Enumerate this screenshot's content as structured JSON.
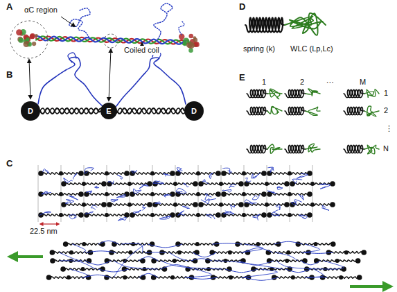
{
  "diagram": {
    "nodes": [
      {
        "text": [
          "D"
        ]
      },
      {
        "text": [
          "E"
        ]
      },
      {
        "text": [
          "D"
        ]
      }
    ],
    "edges": [
      {
        "from": 0,
        "to": 1,
        "arrow": "none"
      },
      {
        "from": 1,
        "to": 2,
        "arrow": "none"
      }
    ],
    "labels": [
      "A",
      "αC region",
      "Coiled coil",
      "B",
      "C",
      "22.5 nm",
      "D",
      "spring (k)",
      "WLC (Lp,Lc)",
      "E",
      "1",
      "2",
      "⋯",
      "M",
      "1",
      "2",
      "⋮",
      "N"
    ]
  }
}
